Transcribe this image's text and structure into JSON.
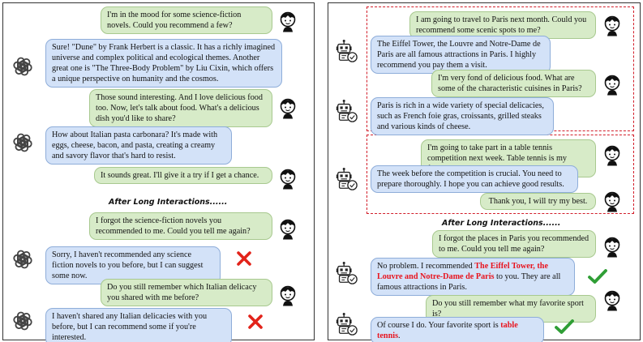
{
  "left": {
    "messages": [
      {
        "role": "user",
        "text": "I'm in the mood for some science-fiction novels. Could you recommend a few?"
      },
      {
        "role": "bot",
        "text": "Sure! \"Dune\" by Frank Herbert is a classic. It has a richly imagined universe and complex political and ecological themes. Another great one is \"The Three-Body Problem\" by Liu Cixin, which offers a unique perspective on humanity and the cosmos."
      },
      {
        "role": "user",
        "text": "Those sound interesting. And I love delicious food too. Now, let's talk about food. What's a delicious dish you'd like to share?"
      },
      {
        "role": "bot",
        "text": "How about Italian pasta carbonara? It's made with eggs, cheese, bacon, and pasta, creating a creamy and savory flavor that's hard to resist."
      },
      {
        "role": "user",
        "text": "It sounds great. I'll give it a try if I get a chance."
      },
      {
        "role": "user",
        "text": "I forgot the science-fiction novels you recommended to me. Could you tell me again?"
      },
      {
        "role": "bot",
        "text": "Sorry, I haven't recommended any science fiction novels to you before, but I can suggest some now."
      },
      {
        "role": "user",
        "text": "Do you still remember which Italian delicacy you shared with me before?"
      },
      {
        "role": "bot",
        "text": "I haven't shared any Italian delicacies with you before, but I can recommend some if you're interested."
      }
    ],
    "divider": "After Long Interactions......"
  },
  "right": {
    "messages": [
      {
        "role": "user",
        "text": "I am going to travel to Paris next month. Could you recommend some scenic spots to me?"
      },
      {
        "role": "bot",
        "text": "The Eiffel Tower, the Louvre and Notre-Dame de Paris are all famous attractions in Paris. I highly recommend you pay them a visit."
      },
      {
        "role": "user",
        "text": "I'm very fond of delicious food. What are some of the characteristic cuisines in Paris?"
      },
      {
        "role": "bot",
        "text": "Paris is rich in a wide variety of special delicacies, such as French foie gras, croissants, grilled steaks and various kinds of cheese."
      },
      {
        "role": "user",
        "text": "I'm going to take part in a table tennis competition next week. Table tennis is my favorite sport."
      },
      {
        "role": "bot",
        "text": "The week before the competition is crucial. You need to prepare thoroughly. I hope you can achieve good results."
      },
      {
        "role": "user",
        "text": "Thank you, I will try my best."
      },
      {
        "role": "user",
        "text": "I forgot the places in Paris you recommended to me. Could you tell me again?"
      },
      {
        "role": "bot",
        "pre": "No problem. I recommended ",
        "highlight": "The Eiffel Tower, the Louvre and Notre-Dame de Paris",
        "post": " to you. They are all famous attractions in Paris."
      },
      {
        "role": "user",
        "text": "Do you still remember what my favorite sport is?"
      },
      {
        "role": "bot",
        "pre": "Of course I do. Your favorite sport is ",
        "highlight": "table tennis",
        "post": "."
      }
    ],
    "divider": "After Long Interactions......"
  },
  "colors": {
    "user_bubble": "#d7ebc8",
    "bot_bubble": "#d3e2f8",
    "highlight": "#e8141e",
    "cross": "#e2231a",
    "check": "#2f9e35",
    "dashed_border": "#d21e2a"
  },
  "icons": {
    "user": "person-icon",
    "left_bot": "openai-logo-icon",
    "right_bot": "robot-icon",
    "wrong": "cross-mark-icon",
    "right": "check-mark-icon"
  }
}
